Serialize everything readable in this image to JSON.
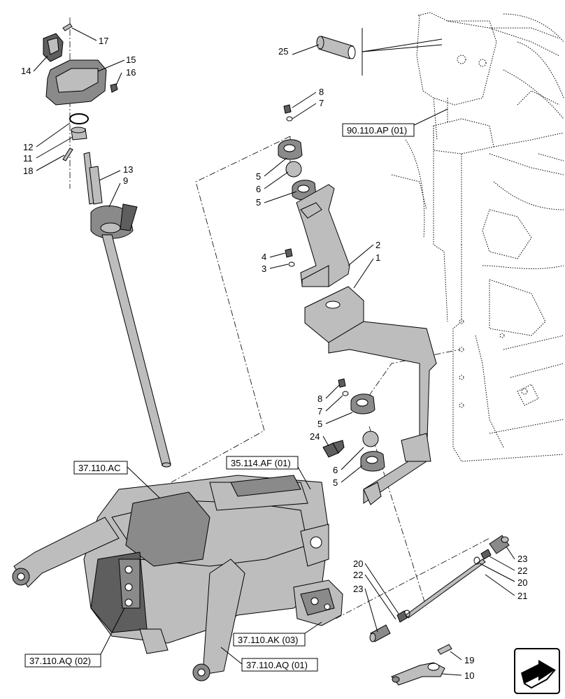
{
  "callouts": {
    "c1": "1",
    "c2": "2",
    "c3": "3",
    "c4": "4",
    "c5a": "5",
    "c5b": "5",
    "c5c": "5",
    "c5d": "5",
    "c6a": "6",
    "c6b": "6",
    "c7a": "7",
    "c7b": "7",
    "c8a": "8",
    "c8b": "8",
    "c9": "9",
    "c10": "10",
    "c11": "11",
    "c12": "12",
    "c13": "13",
    "c14": "14",
    "c15": "15",
    "c16": "16",
    "c17": "17",
    "c18": "18",
    "c19": "19",
    "c20a": "20",
    "c20b": "20",
    "c21": "21",
    "c22a": "22",
    "c22b": "22",
    "c23a": "23",
    "c23b": "23",
    "c24": "24",
    "c25": "25"
  },
  "references": {
    "r90110ap": "90.110.AP (01)",
    "r37110ac": "37.110.AC",
    "r35114af": "35.114.AF (01)",
    "r37110ak": "37.110.AK (03)",
    "r37110aq02": "37.110.AQ (02)",
    "r37110aq01": "37.110.AQ (01)"
  },
  "icons": {
    "nav": "next-page-arrow-icon"
  },
  "colors": {
    "part_fill": "#8a8a8a",
    "part_light": "#bdbdbd",
    "line": "#000000"
  }
}
